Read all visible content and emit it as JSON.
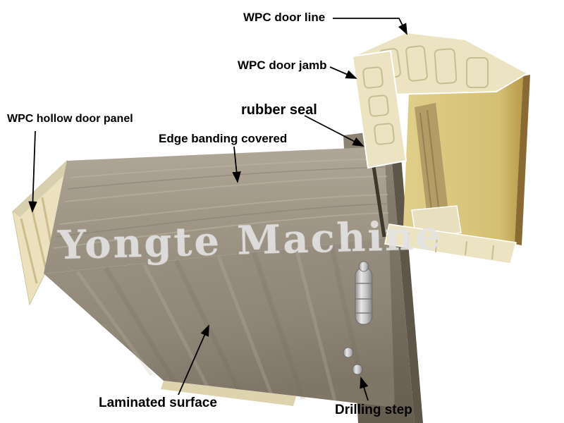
{
  "watermark": "Yongte Machine",
  "labels": {
    "door_line": "WPC door line",
    "door_jamb": "WPC door jamb",
    "rubber_seal": "rubber seal",
    "hollow_panel": "WPC hollow door panel",
    "edge_banding": "Edge banding covered",
    "laminated_surface": "Laminated surface",
    "drilling_step": "Drilling step"
  },
  "colors": {
    "label_text": "#000000",
    "watermark_gray": "#dedede",
    "panel_wood_top": "#a59c8d",
    "panel_wood_front": "#948b7d",
    "jamb_wood_dark": "#7d7466",
    "wpc_core_cream": "#ebe1bf",
    "jamb_interior_yellow": "#d9c77d",
    "hinge_metal": "#c9c9c9",
    "arrow": "#000000"
  }
}
